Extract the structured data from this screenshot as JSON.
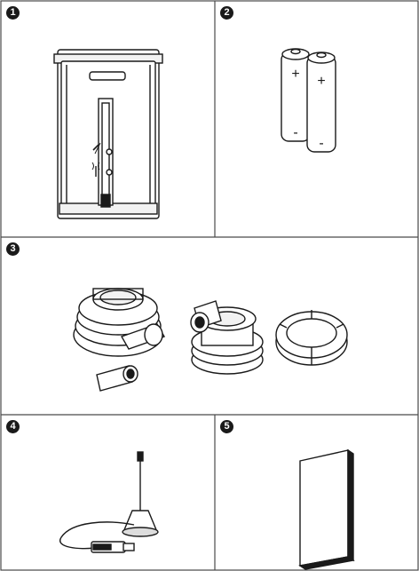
{
  "colors": {
    "grid_line": "#4a4a4a",
    "badge_fill": "#1a1a1a",
    "badge_text": "#ffffff",
    "stroke": "#1a1a1a"
  },
  "panels": [
    {
      "number": "1",
      "item": "gateway-device",
      "icons": [
        "wrench-icon",
        "antenna-signal-icon"
      ]
    },
    {
      "number": "2",
      "item": "aa-batteries",
      "battery_symbols": {
        "plus": "+",
        "minus": "-"
      }
    },
    {
      "number": "3",
      "item": "valve-adapters"
    },
    {
      "number": "4",
      "item": "usb-antenna"
    },
    {
      "number": "5",
      "item": "manual-booklet"
    }
  ]
}
